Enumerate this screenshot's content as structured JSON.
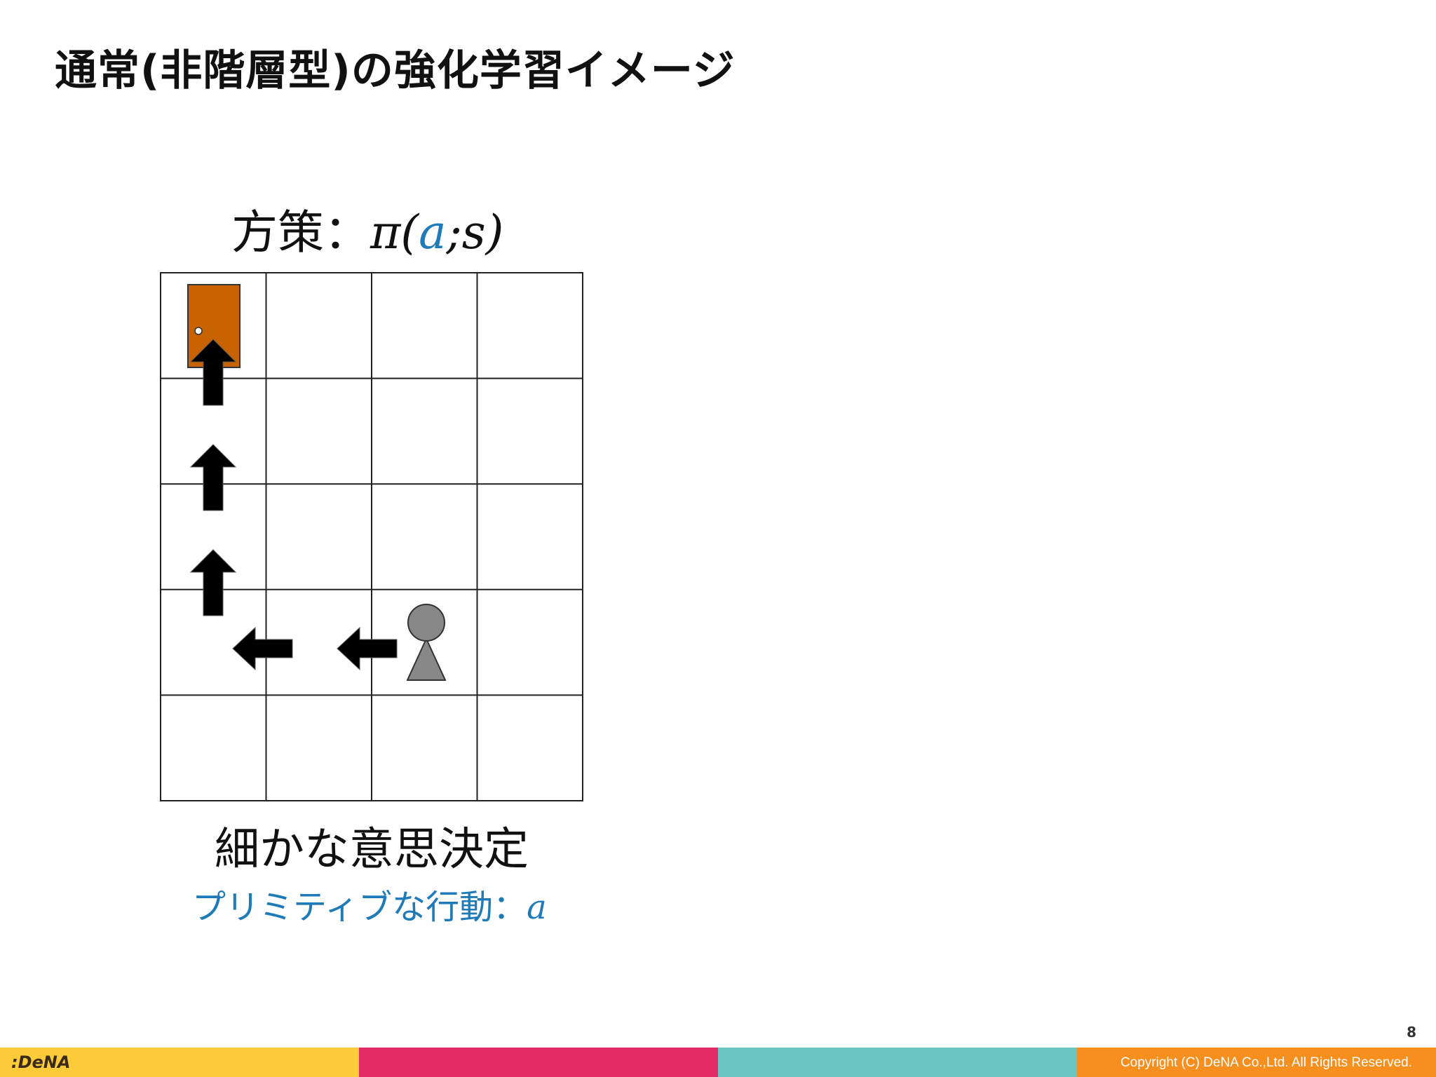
{
  "slide": {
    "title": "通常(非階層型)の強化学習イメージ",
    "page_number": "8"
  },
  "figure": {
    "policy_prefix": "方策：",
    "policy_pi": "π(",
    "policy_a": "a",
    "policy_sep": ";",
    "policy_s": "s",
    "policy_close": ")",
    "caption_main": "細かな意思決定",
    "caption_sub_text": "プリミティブな行動：",
    "caption_sub_var": "a",
    "grid": {
      "columns": 4,
      "rows": 5
    },
    "colors": {
      "door": "#c96200",
      "agent": "#888888",
      "arrow": "#000000",
      "accent": "#1f7ab8"
    },
    "icons": [
      "door-icon",
      "agent-icon",
      "arrow-up-icon",
      "arrow-left-icon"
    ]
  },
  "footer": {
    "logo": ":DeNA",
    "copyright": "Copyright (C) DeNA Co.,Ltd. All Rights Reserved.",
    "colors": [
      "#fccb3a",
      "#e22a64",
      "#6cc6c2",
      "#f78f1e"
    ]
  }
}
